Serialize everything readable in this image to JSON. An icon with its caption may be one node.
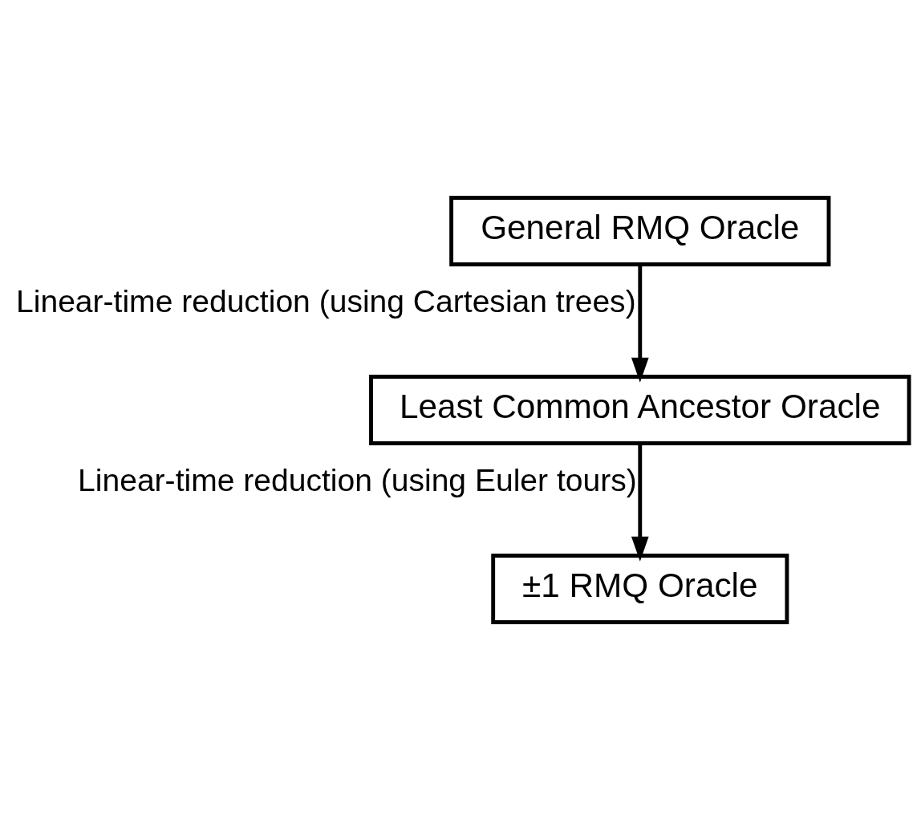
{
  "diagram": {
    "nodes": [
      {
        "text": [
          "General RMQ Oracle"
        ]
      },
      {
        "text": [
          "Least Common Ancestor Oracle"
        ]
      },
      {
        "text": [
          "±1 RMQ Oracle"
        ]
      }
    ],
    "edges": [
      {
        "from": 0,
        "to": 1,
        "arrow": "to",
        "label": "Linear-time reduction (using Cartesian trees)"
      },
      {
        "from": 1,
        "to": 2,
        "arrow": "to",
        "label": "Linear-time reduction (using Euler tours)"
      }
    ]
  }
}
